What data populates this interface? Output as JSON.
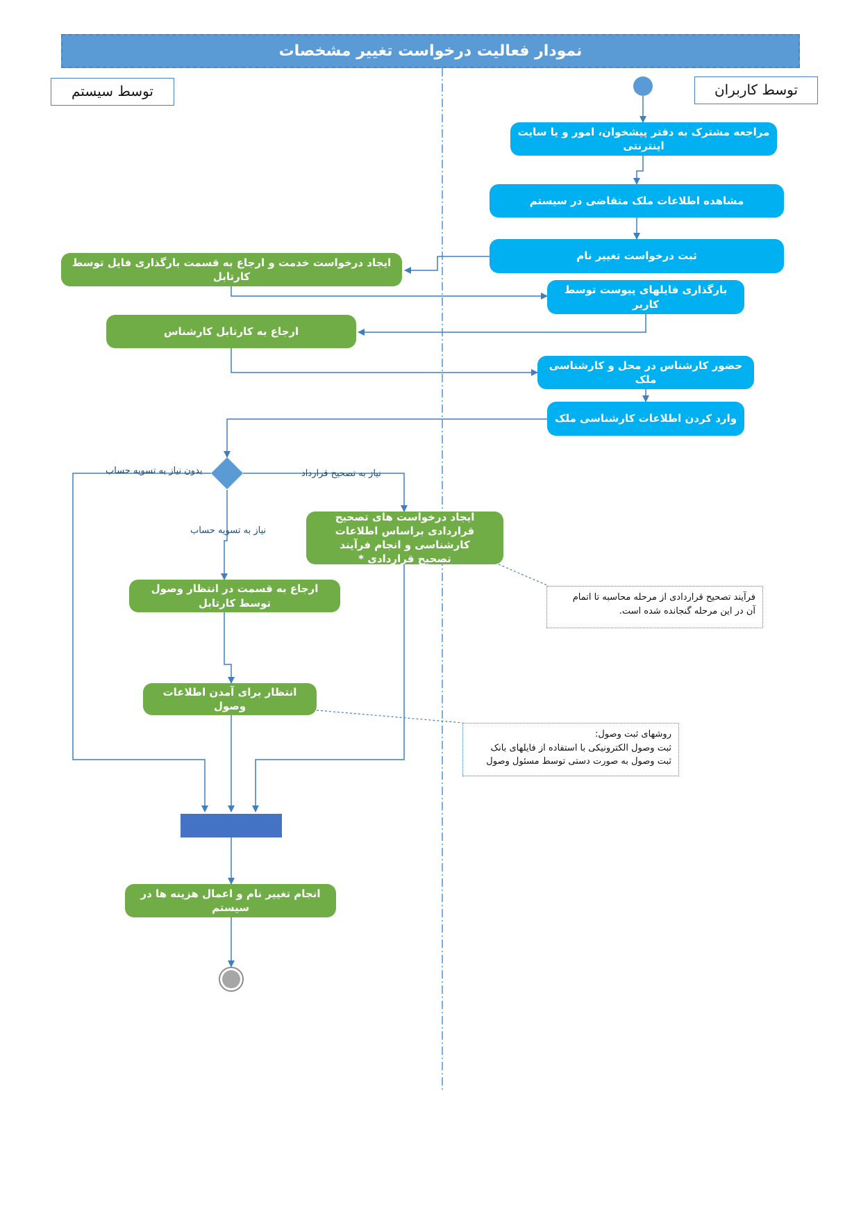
{
  "title": "نمودار فعالیت درخواست تغییر مشخصات",
  "lanes": {
    "system": "توسط سیستم",
    "users": "توسط کاربران"
  },
  "user_actions": [
    "مراجعه مشترک به دفتر پیشخوان، امور و یا سایت اینترنتی",
    "مشاهده اطلاعات ملک متقاضی در سیستم",
    "ثبت درخواست تغییر نام",
    "بارگذاری فایلهای پیوست توسط کاربر",
    "حضور کارشناس در محل و کارشناسی ملک",
    "وارد کردن اطلاعات کارشناسی ملک"
  ],
  "system_actions": [
    "ایجاد درخواست خدمت و ارجاع به قسمت بارگذاری فایل توسط کارتابل",
    "ارجاع به کارتابل کارشناس",
    "ایجاد درخواست های تصحیح قراردادی براساس اطلاعات کارشناسی و انجام فرآیند تصحیح قراردادی *",
    "ارجاع به قسمت در انتظار وصول توسط کارتابل",
    "انتظار برای آمدن اطلاعات وصول",
    "انجام تغییر نام و اعمال هزینه ها در سیستم"
  ],
  "decision_labels": {
    "no_settlement": "بدون نیاز به تسویه حساب",
    "needs_contract_fix": "نیاز به تصحیح قرارداد",
    "needs_settlement": "نیاز به تسویه حساب"
  },
  "notes": {
    "contract_fix": [
      "فرآیند تصحیح قراردادی از مرحله محاسبه تا اتمام",
      "آن در این مرحله گنجانده شده است."
    ],
    "receipt_methods": [
      "روشهای ثبت وصول:",
      "ثبت وصول الکترونیکی با استفاده از فایلهای بانک",
      "ثبت وصول به صورت دستی توسط مسئول وصول"
    ]
  },
  "colors": {
    "title_bar": "#5b9bd5",
    "user_action": "#00b0f0",
    "system_action": "#70ad47",
    "decision": "#5b9bd5",
    "join_bar": "#4472c4",
    "connector": "#3f7fc0"
  }
}
